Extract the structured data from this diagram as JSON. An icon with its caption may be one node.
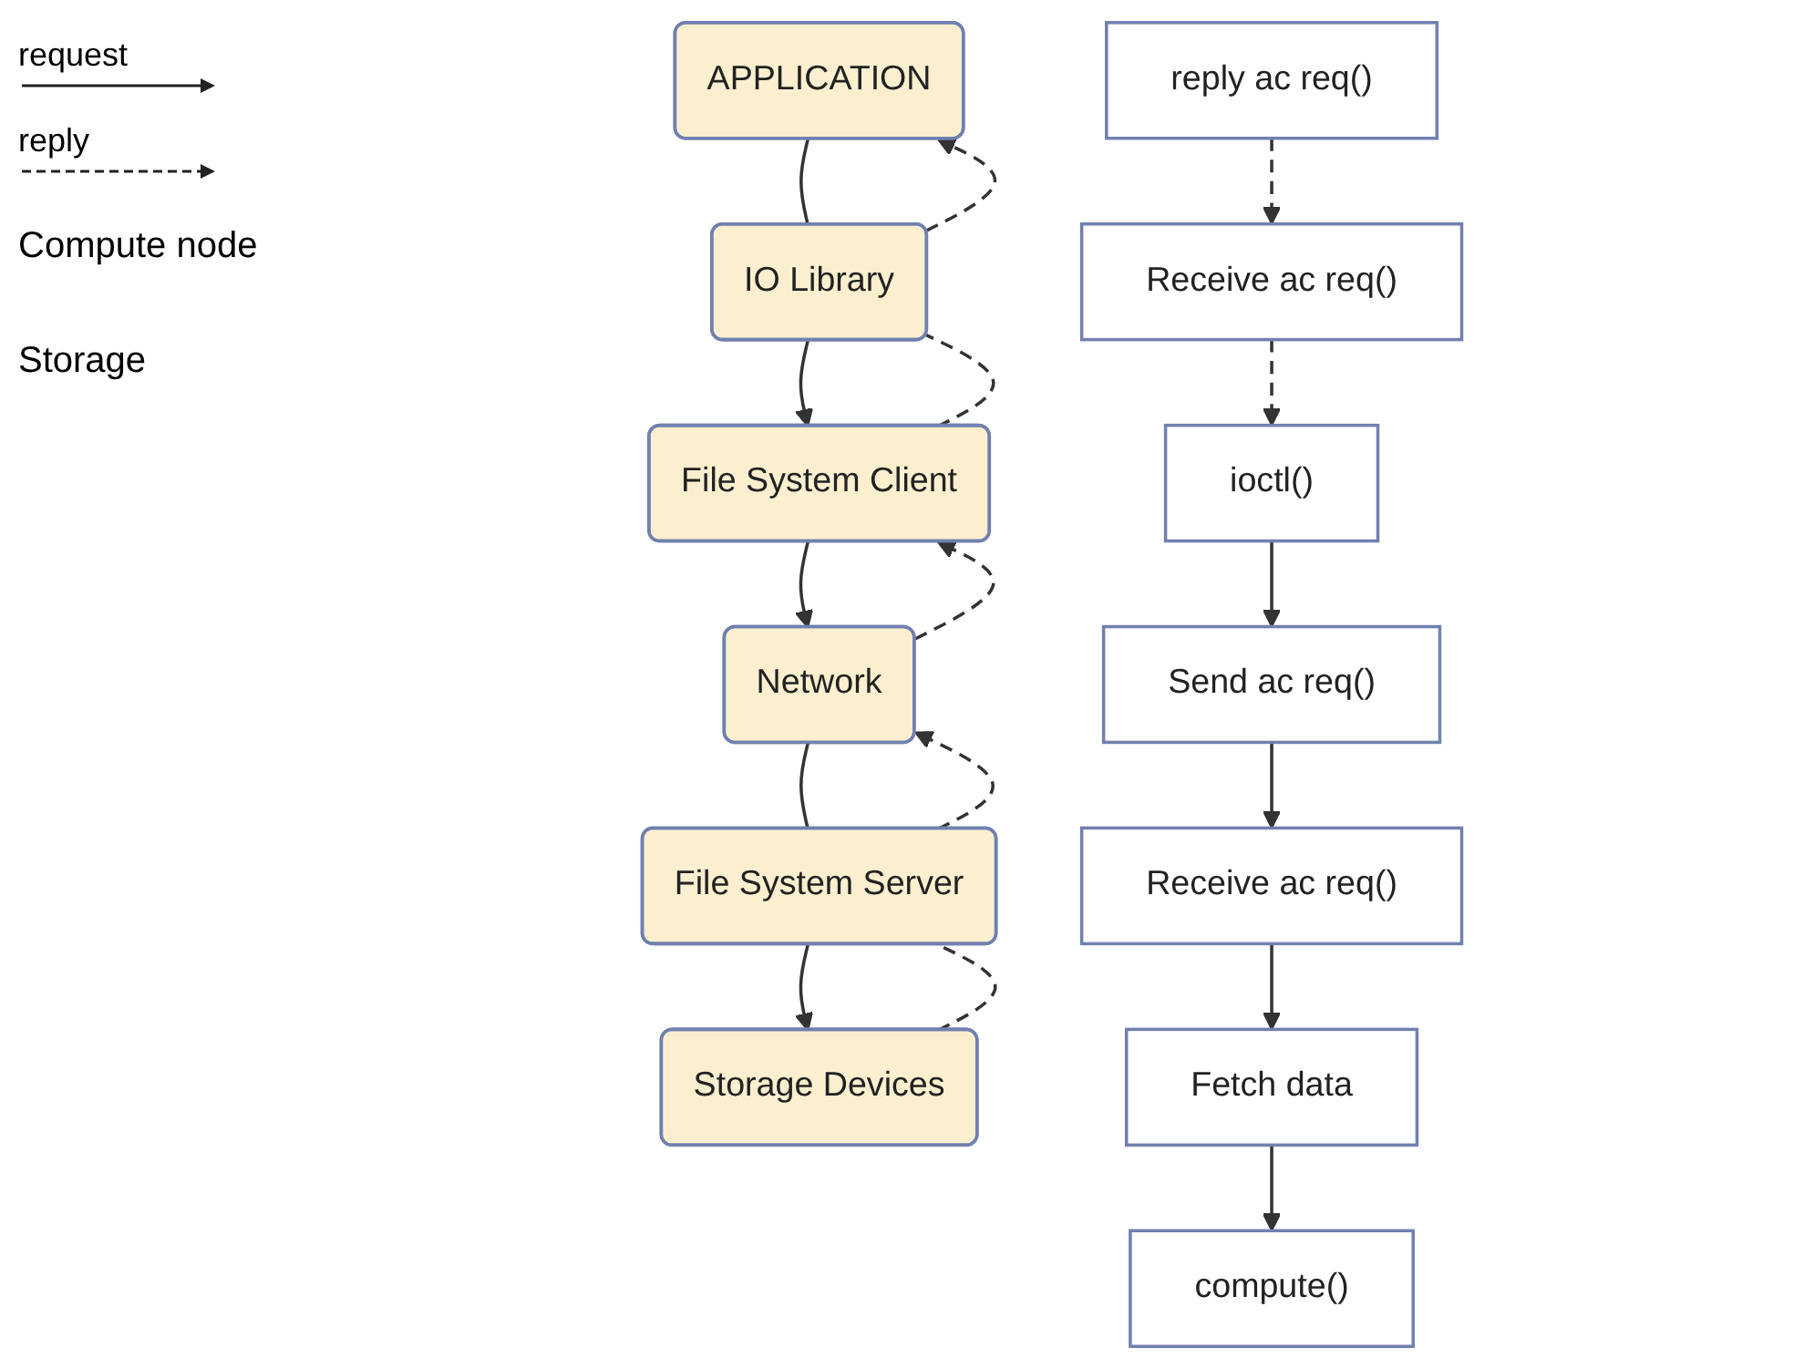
{
  "diagram": {
    "nodes": [
      {
        "text": [
          "APPLICATION"
        ]
      },
      {
        "text": [
          "IO Library"
        ]
      },
      {
        "text": [
          "File System Client"
        ]
      },
      {
        "text": [
          "Network"
        ]
      },
      {
        "text": [
          "File System Server"
        ]
      },
      {
        "text": [
          "Storage Devices"
        ]
      },
      {
        "text": [
          "ioctl()"
        ]
      },
      {
        "text": [
          "Send ac req()"
        ]
      },
      {
        "text": [
          "Receive ac req()"
        ]
      },
      {
        "text": [
          "Receive ac req()"
        ]
      },
      {
        "text": [
          "reply ac req()"
        ]
      },
      {
        "text": [
          "compute()"
        ]
      },
      {
        "text": [
          "Fetch data"
        ]
      }
    ],
    "edges": [
      {
        "from": 0,
        "to": 1,
        "arrow": "none"
      },
      {
        "from": 1,
        "to": 0,
        "arrow": "to",
        "style": "dashed"
      },
      {
        "from": 1,
        "to": 2,
        "arrow": "to"
      },
      {
        "from": 2,
        "to": 1,
        "arrow": "none",
        "style": "dashed"
      },
      {
        "from": 2,
        "to": 3,
        "arrow": "to"
      },
      {
        "from": 3,
        "to": 2,
        "arrow": "to",
        "style": "dashed"
      },
      {
        "from": 3,
        "to": 4,
        "arrow": "none"
      },
      {
        "from": 4,
        "to": 3,
        "arrow": "to",
        "style": "dashed"
      },
      {
        "from": 4,
        "to": 5,
        "arrow": "to"
      },
      {
        "from": 5,
        "to": 4,
        "arrow": "none",
        "style": "dashed"
      },
      {
        "from": 6,
        "to": 7,
        "arrow": "to"
      },
      {
        "from": 7,
        "to": 9,
        "arrow": "to"
      },
      {
        "from": 8,
        "to": 6,
        "arrow": "to",
        "style": "dashed"
      },
      {
        "from": 10,
        "to": 8,
        "arrow": "to",
        "style": "dashed"
      },
      {
        "from": 9,
        "to": 12,
        "arrow": "to"
      },
      {
        "from": 12,
        "to": 11,
        "arrow": "to"
      }
    ],
    "labels": [
      "Compute node",
      "Storage"
    ],
    "legend": [
      {
        "text": "request"
      },
      {
        "text": "reply"
      }
    ]
  }
}
